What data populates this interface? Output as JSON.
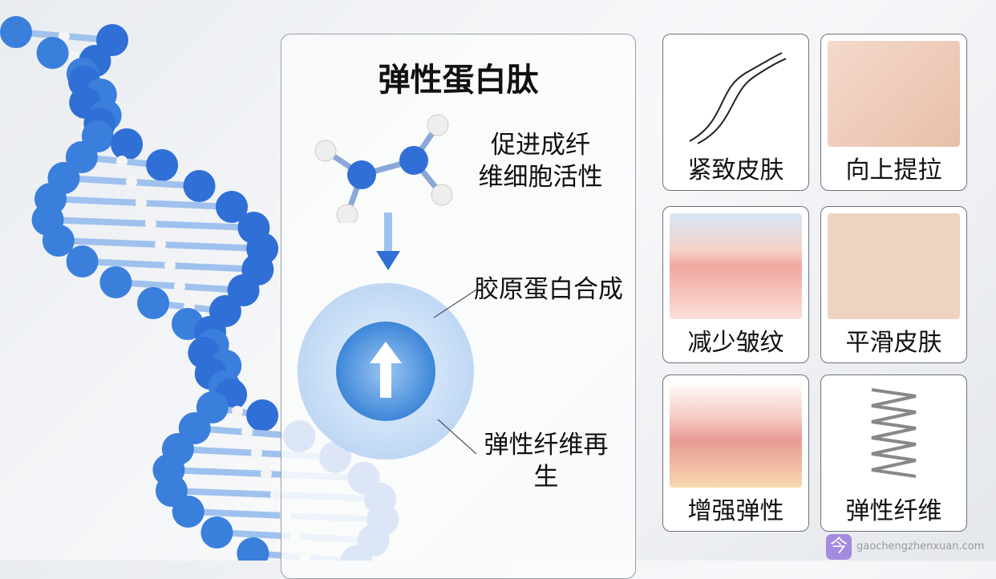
{
  "title": "弹性蛋白肽",
  "steps": [
    "促进成纤维细胞活性",
    "胶原蛋白合成",
    "弹性纤维再生"
  ],
  "step_lines": {
    "a1": "促进成纤",
    "a2": "维细胞活性",
    "c1": "弹性纤维再",
    "c2": "生"
  },
  "cards": [
    "紧致皮肤",
    "向上提拉",
    "减少皱纹",
    "平滑皮肤",
    "增强弹性",
    "弹性纤维"
  ],
  "watermark": {
    "icon": "今",
    "text": "gaochengzhenxuan.com"
  },
  "colors": {
    "accent": "#2f6fd6",
    "border": "#6d7278"
  }
}
